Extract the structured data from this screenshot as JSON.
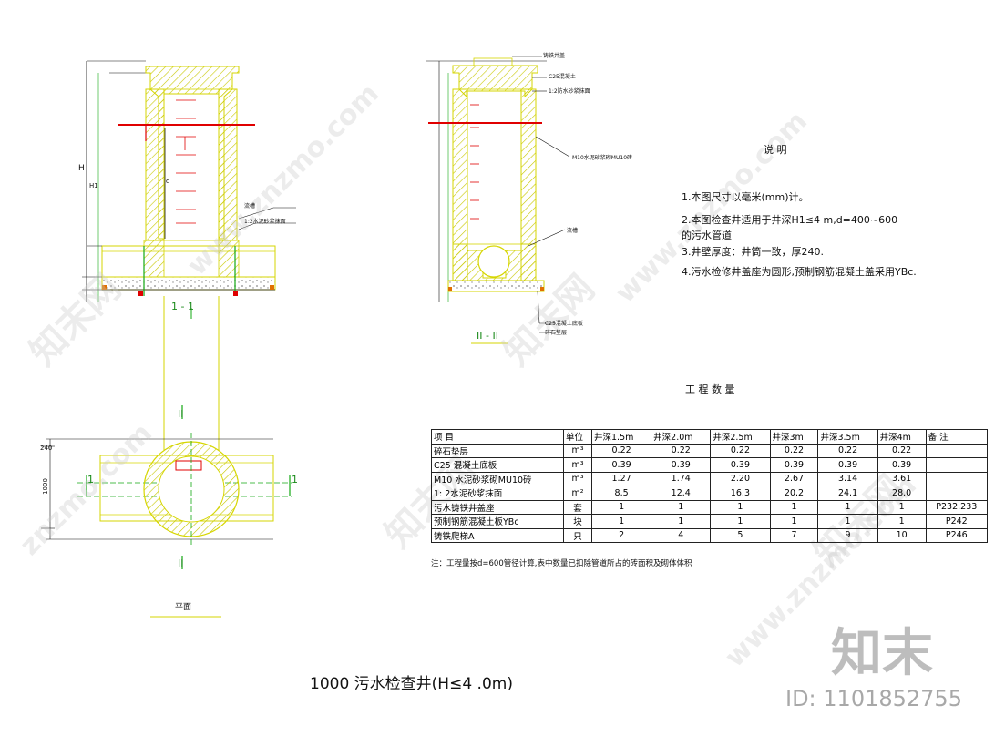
{
  "notes": {
    "title": "说          明",
    "items": [
      "1.本图尺寸以毫米(mm)计。",
      "2.本图检查井适用于井深H1≤4 m,d=400~600",
      "的污水管道",
      "3.井壁厚度：井筒一致，厚240.",
      "4.污水检修井盖座为圆形,预制钢筋混凝土盖采用YBc."
    ]
  },
  "table": {
    "title": "工  程  数  量",
    "headers": [
      "项      目",
      "单位",
      "井深1.5m",
      "井深2.0m",
      "井深2.5m",
      "井深3m",
      "井深3.5m",
      "井深4m",
      "备    注"
    ],
    "rows": [
      {
        "item": "碎石垫层",
        "unit": "m³",
        "values": [
          "0.22",
          "0.22",
          "0.22",
          "0.22",
          "0.22",
          "0.22"
        ],
        "note": ""
      },
      {
        "item": "C25 混凝土底板",
        "unit": "m³",
        "values": [
          "0.39",
          "0.39",
          "0.39",
          "0.39",
          "0.39",
          "0.39"
        ],
        "note": ""
      },
      {
        "item": "M10 水泥砂浆砌MU10砖",
        "unit": "m³",
        "values": [
          "1.27",
          "1.74",
          "2.20",
          "2.67",
          "3.14",
          "3.61"
        ],
        "note": ""
      },
      {
        "item": "1: 2水泥砂浆抹面",
        "unit": "m²",
        "values": [
          "8.5",
          "12.4",
          "16.3",
          "20.2",
          "24.1",
          "28.0"
        ],
        "note": ""
      },
      {
        "item": "污水铸铁井盖座",
        "unit": "套",
        "values": [
          "1",
          "1",
          "1",
          "1",
          "1",
          "1"
        ],
        "note": "P232.233"
      },
      {
        "item": "预制钢筋混凝土板YBc",
        "unit": "块",
        "values": [
          "1",
          "1",
          "1",
          "1",
          "1",
          "1"
        ],
        "note": "P242"
      },
      {
        "item": "铸铁爬梯A",
        "unit": "只",
        "values": [
          "2",
          "4",
          "5",
          "7",
          "9",
          "10"
        ],
        "note": "P246"
      }
    ],
    "footnote": "注：工程量按d=600管径计算,表中数量已扣除管道所占的砖面积及砌体体积"
  },
  "labels": {
    "section_1": "1 - 1",
    "section_2": "II - II",
    "plan": "平面",
    "main_title": "1000 污水检查井(H≤4 .0m)",
    "id_text": "ID: 1101852755",
    "brand": "知末",
    "mark_1": "1",
    "mark_2": "II",
    "left_dim_h": "H",
    "left_dim_h1": "H1",
    "annot_1": "1:2水泥砂浆抹面",
    "annot_2": "流槽",
    "annot_3": "铸铁井盖",
    "annot_4": "C25混凝土",
    "annot_5": "1:2防水砂浆抹面",
    "annot_6": "M10水泥砂浆砌MU10砖",
    "annot_7": "碎石垫层",
    "annot_8": "C25混凝土底板",
    "dim_d": "d",
    "dim_1000": "1000",
    "dim_240": "240"
  },
  "watermarks": [
    "www.znzmo.com",
    "知末网",
    "znzmo.com"
  ],
  "colors": {
    "yellow": "#d6d600",
    "red": "#e00000",
    "green": "#13a813",
    "cyan": "#138a8a",
    "black": "#111111"
  }
}
